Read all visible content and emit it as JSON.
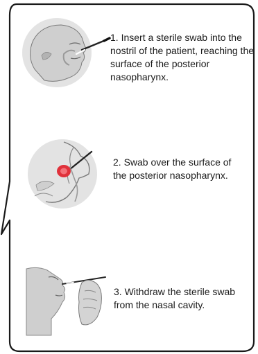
{
  "steps": [
    {
      "number": "1.",
      "text": "1. Insert a sterile swab into the nostril of the patient, reaching the surface of the posterior nasopharynx.",
      "illustration_icon": "profile-head-swab-nostril-icon"
    },
    {
      "number": "2.",
      "text": "2. Swab over the surface of the posterior nasopharynx.",
      "illustration_icon": "nasopharynx-cross-section-icon"
    },
    {
      "number": "3.",
      "text": "3. Withdraw the sterile swab from the nasal cavity.",
      "illustration_icon": "hand-withdraw-swab-icon"
    }
  ],
  "colors": {
    "outline": "#1a1a1a",
    "illustration_fill": "#d9d9d9",
    "illustration_shade": "#bdbdbd",
    "highlight": "#e0313b"
  }
}
